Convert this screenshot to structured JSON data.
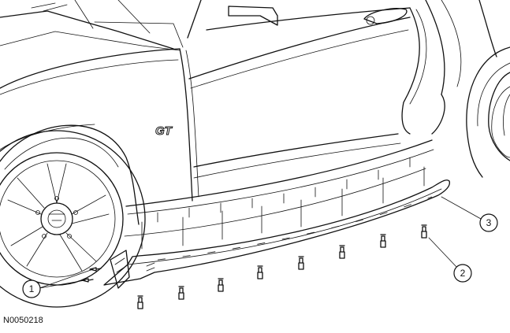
{
  "figure": {
    "id": "N0050218",
    "badge_text": "GT"
  },
  "callouts": [
    {
      "number": "1"
    },
    {
      "number": "2"
    },
    {
      "number": "3"
    }
  ],
  "parts": {
    "molding": "rocker-panel-molding",
    "fasteners": "push-pin-fastener"
  }
}
